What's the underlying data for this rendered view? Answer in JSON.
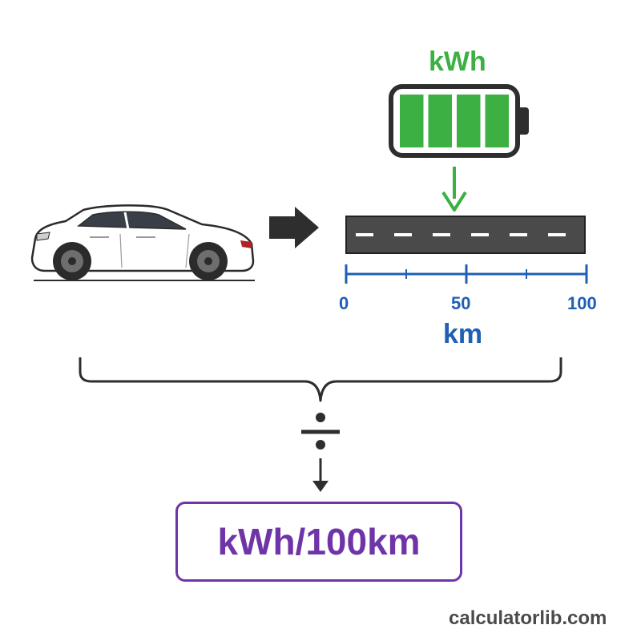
{
  "battery": {
    "label": "kWh",
    "icon": "battery-full-icon",
    "cells": 4,
    "charge_fraction": 1.0,
    "color": "#3cb043"
  },
  "car": {
    "icon": "electric-car-icon",
    "color": "#ffffff"
  },
  "road": {
    "icon": "road-icon",
    "scale": {
      "ticks": [
        "0",
        "50",
        "100"
      ],
      "unit": "km",
      "color": "#1f5fb4"
    }
  },
  "operator": {
    "icon": "division-icon"
  },
  "result": {
    "text": "kWh/100km",
    "color": "#6f35a8"
  },
  "watermark": "calculatorlib.com"
}
